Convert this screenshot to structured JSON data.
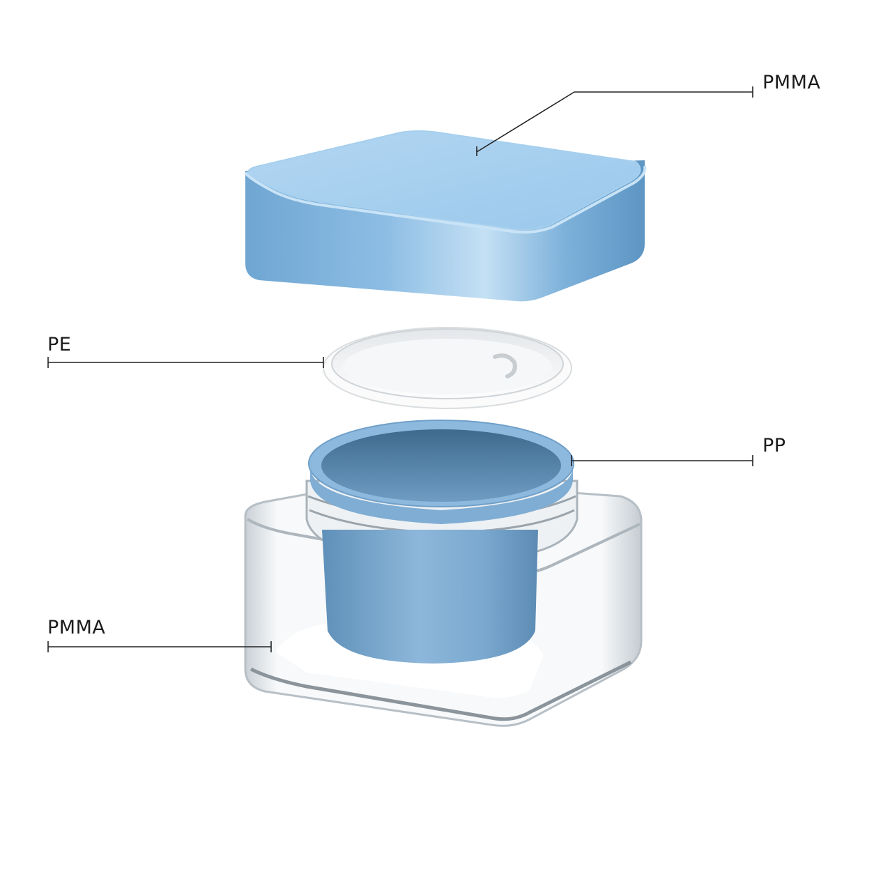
{
  "labels": {
    "lid": "PMMA",
    "liner": "PE",
    "inner_cup": "PP",
    "outer_jar": "PMMA"
  },
  "colors": {
    "lid_blue": "#8fc0e6",
    "inner_cup_blue": "#6e9ec5",
    "liner_white": "#f4f5f6",
    "outer_clear": "#dfe4e8",
    "leader_line": "#222222"
  }
}
